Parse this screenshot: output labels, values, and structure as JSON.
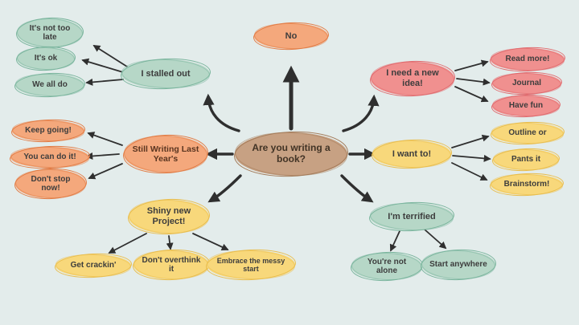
{
  "background_color": "#e3eceb",
  "arrow_color": "#2f2f2f",
  "palette": {
    "green": "#b6d7c7",
    "pink": "#f0908f",
    "orange": "#f4a87c",
    "yellow": "#f8d87b",
    "tan": "#c7a183"
  },
  "center": {
    "label": "Are you writing a book?",
    "color": "tan"
  },
  "branches": [
    {
      "id": "no",
      "label": "No",
      "color": "orange",
      "children": []
    },
    {
      "id": "stalled",
      "label": "I stalled out",
      "color": "green",
      "children": [
        {
          "label": "It's not too late"
        },
        {
          "label": "It's ok"
        },
        {
          "label": "We all do"
        }
      ]
    },
    {
      "id": "new-idea",
      "label": "I need a new idea!",
      "color": "pink",
      "children": [
        {
          "label": "Read more!"
        },
        {
          "label": "Journal"
        },
        {
          "label": "Have fun"
        }
      ]
    },
    {
      "id": "still-writing",
      "label": "Still Writing Last Year's",
      "color": "orange",
      "children": [
        {
          "label": "Keep going!"
        },
        {
          "label": "You can do it!"
        },
        {
          "label": "Don't stop now!"
        }
      ]
    },
    {
      "id": "want-to",
      "label": "I want to!",
      "color": "yellow",
      "children": [
        {
          "label": "Outline or"
        },
        {
          "label": "Pants it"
        },
        {
          "label": "Brainstorm!"
        }
      ]
    },
    {
      "id": "shiny",
      "label": "Shiny new Project!",
      "color": "yellow",
      "children": [
        {
          "label": "Get crackin'"
        },
        {
          "label": "Don't overthink it"
        },
        {
          "label": "Embrace the messy start"
        }
      ]
    },
    {
      "id": "terrified",
      "label": "I'm terrified",
      "color": "green",
      "children": [
        {
          "label": "You're not alone"
        },
        {
          "label": "Start anywhere"
        }
      ]
    }
  ]
}
